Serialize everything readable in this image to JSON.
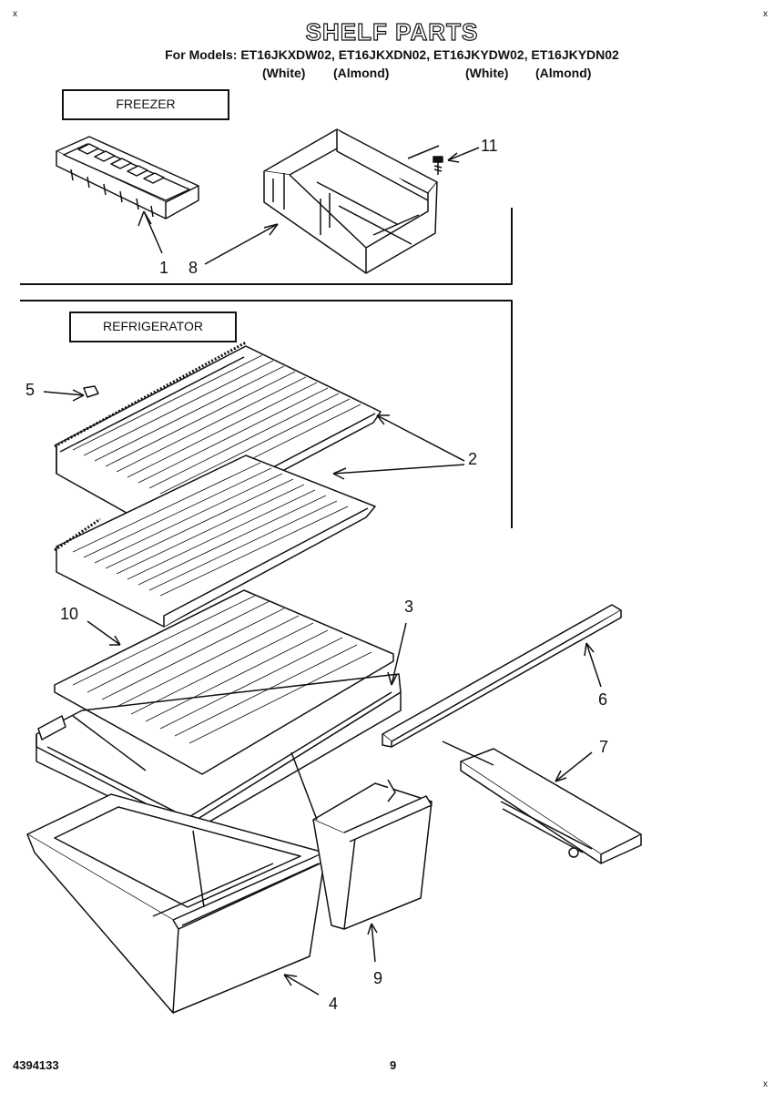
{
  "header": {
    "title": "SHELF PARTS",
    "models_line": "For Models: ET16JKXDW02, ET16JKXDN02, ET16JKYDW02, ET16JKYDN02",
    "colors": [
      "(White)",
      "(Almond)",
      "(White)",
      "(Almond)"
    ]
  },
  "sections": {
    "freezer": "FREEZER",
    "refrigerator": "REFRIGERATOR"
  },
  "callouts": {
    "c1": "1",
    "c8": "8",
    "c11": "11",
    "c5": "5",
    "c2": "2",
    "c10": "10",
    "c3": "3",
    "c6": "6",
    "c7": "7",
    "c4": "4",
    "c9": "9"
  },
  "footer": {
    "doc_number": "4394133",
    "page_number": "9"
  },
  "corner_mark": "x"
}
